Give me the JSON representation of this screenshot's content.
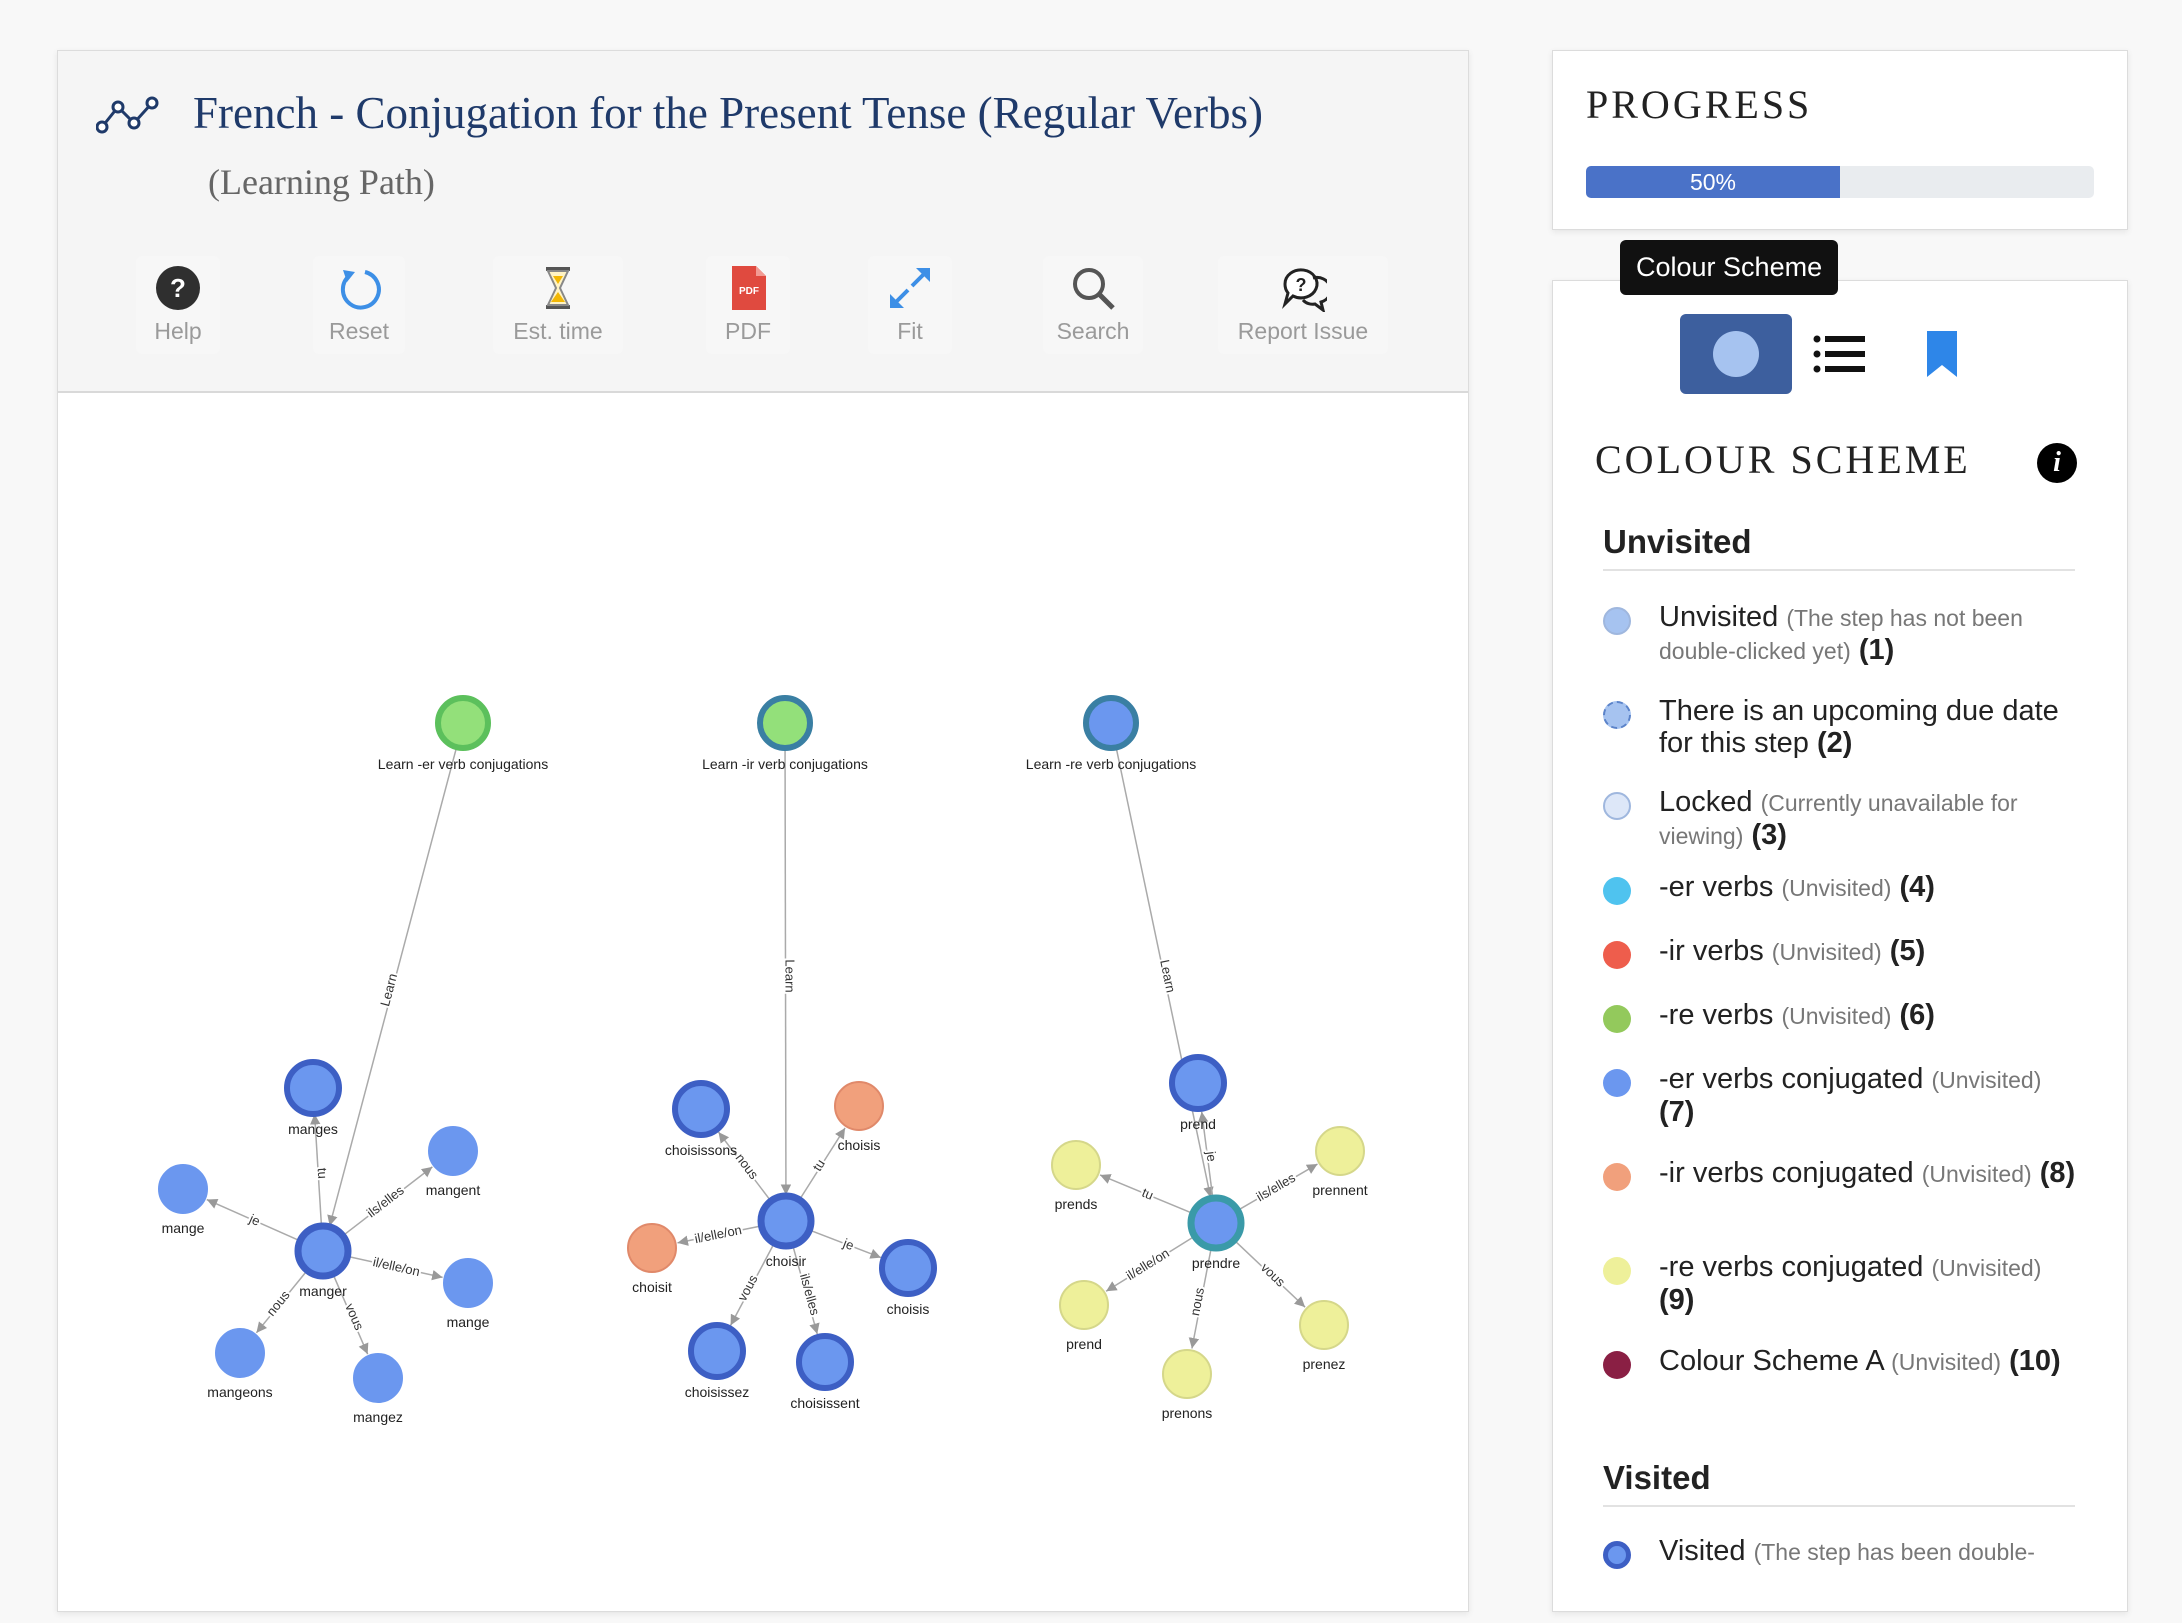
{
  "header": {
    "title": "French - Conjugation for the Present Tense (Regular Verbs)",
    "subtitle": "(Learning Path)"
  },
  "toolbar": {
    "help": "Help",
    "reset": "Reset",
    "est_time": "Est. time",
    "pdf": "PDF",
    "pdf_badge": "PDF",
    "fit": "Fit",
    "search": "Search",
    "report": "Report Issue"
  },
  "graph": {
    "top_nodes": [
      {
        "label": "Learn -er verb conjugations",
        "edge": "Learn"
      },
      {
        "label": "Learn -ir verb conjugations",
        "edge": "Learn"
      },
      {
        "label": "Learn -re verb conjugations",
        "edge": "Learn"
      }
    ],
    "er": {
      "center": "manger",
      "nodes": [
        "manges",
        "mangent",
        "mange",
        "mange",
        "mangeons",
        "mangez"
      ],
      "edges": [
        "tu",
        "ils/elles",
        "je",
        "il/elle/on",
        "nous",
        "vous"
      ]
    },
    "ir": {
      "center": "choisir",
      "nodes": [
        "choisissons",
        "choisis",
        "choisit",
        "choisis",
        "choisissez",
        "choisissent"
      ],
      "edges": [
        "nous",
        "tu",
        "il/elle/on",
        "je",
        "vous",
        "ils/elles"
      ]
    },
    "re": {
      "center": "prendre",
      "nodes": [
        "prend",
        "prends",
        "prennent",
        "prend",
        "prenons",
        "prenez"
      ],
      "edges": [
        "je",
        "tu",
        "ils/elles",
        "il/elle/on",
        "nous",
        "vous"
      ]
    }
  },
  "progress": {
    "title": "PROGRESS",
    "value": 0.5,
    "label": "50%"
  },
  "tooltip": "Colour Scheme",
  "scheme": {
    "heading": "COLOUR SCHEME",
    "info": "i",
    "unvisited_heading": "Unvisited",
    "visited_heading": "Visited",
    "items": [
      {
        "name": "Unvisited",
        "desc": "(The step has not been double-clicked yet)",
        "num": "(1)",
        "color": "#a6c3f0"
      },
      {
        "name": "There is an upcoming due date for this step",
        "desc": "",
        "num": "(2)",
        "color": "#a6c3f0"
      },
      {
        "name": "Locked",
        "desc": "(Currently unavailable for viewing)",
        "num": "(3)",
        "color": "#dde7f8"
      },
      {
        "name": "-er verbs",
        "desc": "(Unvisited)",
        "num": "(4)",
        "color": "#4fc3ef"
      },
      {
        "name": "-ir verbs",
        "desc": "(Unvisited)",
        "num": "(5)",
        "color": "#ee5d4c"
      },
      {
        "name": "-re verbs",
        "desc": "(Unvisited)",
        "num": "(6)",
        "color": "#93c95c"
      },
      {
        "name": "-er verbs conjugated",
        "desc": "(Unvisited)",
        "num": "(7)",
        "color": "#6b97ef"
      },
      {
        "name": "-ir verbs conjugated",
        "desc": "(Unvisited)",
        "num": "(8)",
        "color": "#f1a07c"
      },
      {
        "name": "-re verbs conjugated",
        "desc": "(Unvisited)",
        "num": "(9)",
        "color": "#eef09a"
      },
      {
        "name": "Colour Scheme A",
        "desc": "(Unvisited)",
        "num": "(10)",
        "color": "#8a1f44"
      },
      {
        "name": "Visited",
        "desc": "(The step has been double-",
        "num": "",
        "color": "#6b97ef"
      }
    ]
  }
}
